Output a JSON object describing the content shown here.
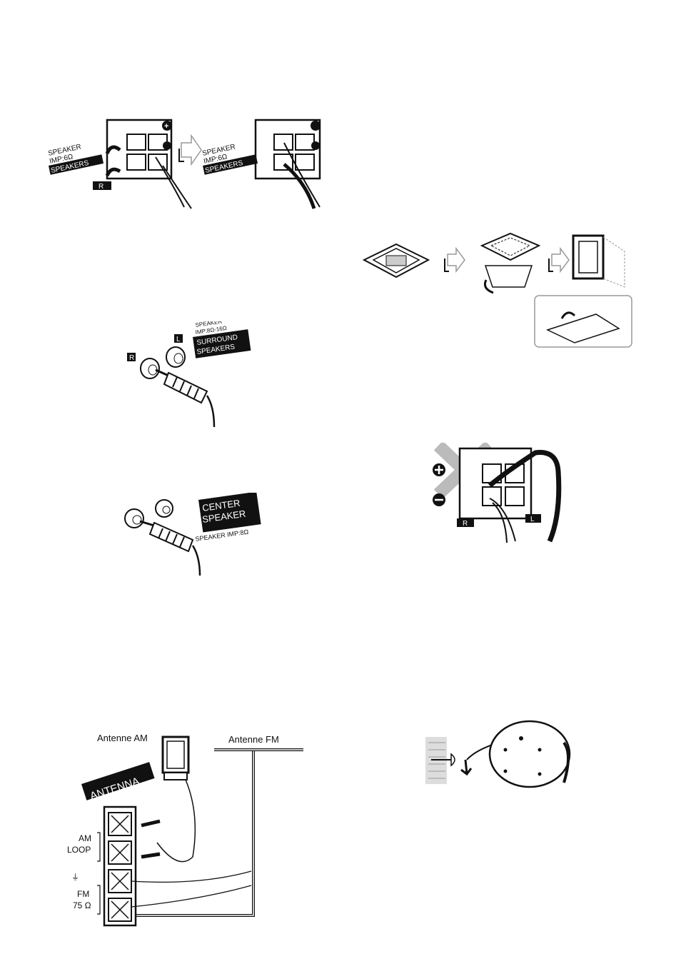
{
  "fig_speaker_main": {
    "line1": "SPEAKER",
    "line2": "IMP:6Ω",
    "band": "SPEAKERS",
    "channel": "R",
    "line1_b": "SPEAKER",
    "line2_b": "IMP:6Ω",
    "band_b": "SPEAKERS"
  },
  "fig_surround": {
    "tag_r": "R",
    "tag_l": "L",
    "line1": "SPEAKER",
    "line2": "IMP:8Ω-16Ω",
    "band1": "SURROUND",
    "band2": "SPEAKERS"
  },
  "fig_center": {
    "band1": "CENTER",
    "band2": "SPEAKER",
    "line1": "SPEAKER IMP:8Ω"
  },
  "fig_wrong": {
    "tag_r": "R",
    "tag_l": "L"
  },
  "fig_antenna": {
    "am_label": "Antenne AM",
    "fm_label": "Antenne FM",
    "band": "ANTENNA",
    "am_loop1": "AM",
    "am_loop2": "LOOP",
    "fm1": "FM",
    "fm2": "75 Ω"
  },
  "icons": {
    "plus": "plus-icon",
    "minus": "minus-icon",
    "arrow": "step-arrow-icon"
  }
}
